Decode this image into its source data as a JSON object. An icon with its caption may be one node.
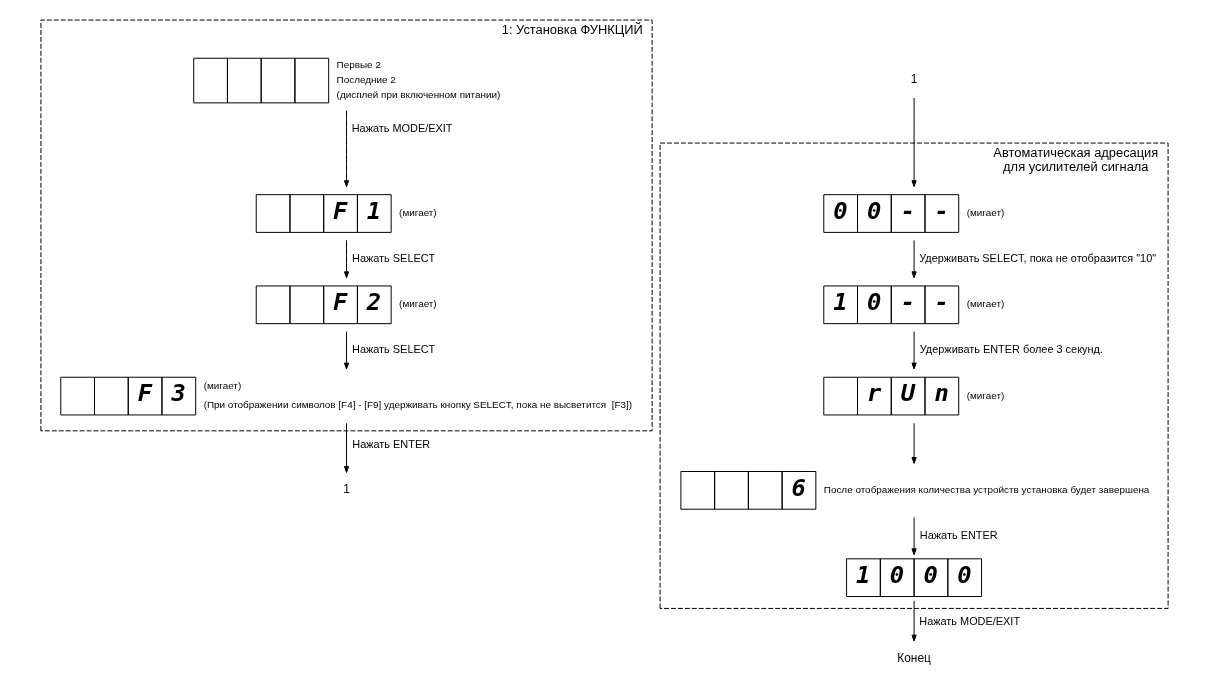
{
  "diagram": {
    "nodes": [
      {
        "text": [
          "1: Установка ФУНКЦИЙ"
        ]
      },
      {
        "text": [],
        "shape": "box",
        "in": 0,
        "beside": [
          "Первые 2",
          "Последние 2",
          "(дисплей при включенном питании)"
        ]
      },
      {
        "text": [
          "F",
          "1"
        ],
        "in": 0,
        "beside": [
          "(мигает)"
        ]
      },
      {
        "text": [
          "F",
          "2"
        ],
        "in": 0,
        "beside": [
          "(мигает)"
        ]
      },
      {
        "text": [
          "F",
          "3"
        ],
        "in": 0,
        "beside": [
          "(мигает)",
          "(При отображении символов [F4] - [F9] удерживать кнопку SELECT, пока не высветится  [F3])"
        ]
      },
      {
        "text": [
          "1"
        ]
      },
      {
        "text": [
          "1"
        ]
      },
      {
        "text": [
          "Автоматическая адресация для усилителей сигнала"
        ]
      },
      {
        "text": [
          "0",
          "0",
          "-",
          "-"
        ],
        "in": 7,
        "beside": [
          "(мигает)"
        ]
      },
      {
        "text": [
          "1",
          "0",
          "-",
          "-"
        ],
        "in": 7,
        "beside": [
          "(мигает)"
        ]
      },
      {
        "text": [
          "r",
          "U",
          "n"
        ],
        "in": 7,
        "beside": [
          "(мигает)"
        ]
      },
      {
        "text": [
          "6"
        ],
        "in": 7,
        "beside": [
          "После отображения количества устройств установка будет завершена"
        ]
      },
      {
        "text": [
          "1",
          "0",
          "0",
          "0"
        ],
        "in": 7
      },
      {
        "text": [
          "Конец"
        ]
      }
    ],
    "edges": [
      {
        "from": 1,
        "to": 2,
        "arrow": "to",
        "label": "Нажать MODE/EXIT"
      },
      {
        "from": 2,
        "to": 3,
        "arrow": "to",
        "label": "Нажать SELECT"
      },
      {
        "from": 3,
        "to": 4,
        "arrow": "to",
        "label": "Нажать SELECT"
      },
      {
        "from": 4,
        "to": 5,
        "arrow": "to",
        "label": "Нажать ENTER"
      },
      {
        "from": 6,
        "to": 8,
        "arrow": "to"
      },
      {
        "from": 8,
        "to": 9,
        "arrow": "to",
        "label": "Удерживать SELECT, пока не отобразится \"10\""
      },
      {
        "from": 9,
        "to": 10,
        "arrow": "to",
        "label": "Удерживать ENTER более 3 секунд."
      },
      {
        "from": 10,
        "to": 11,
        "arrow": "to"
      },
      {
        "from": 11,
        "to": 12,
        "arrow": "to",
        "label": "Нажать ENTER"
      },
      {
        "from": 12,
        "to": 13,
        "arrow": "to",
        "label": "Нажать MODE/EXIT"
      }
    ]
  }
}
